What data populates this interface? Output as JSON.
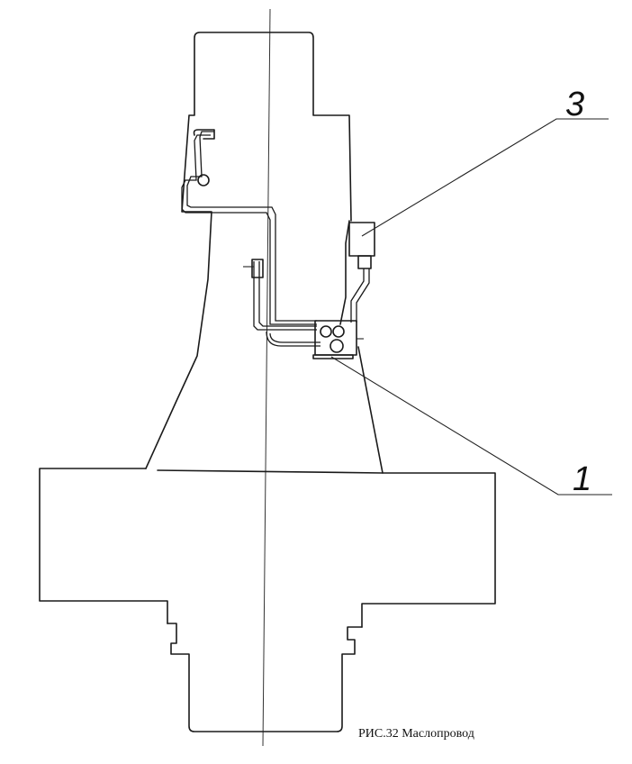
{
  "callouts": {
    "label_3": "3",
    "label_1": "1"
  },
  "caption": "РИС.32 Маслопровод"
}
